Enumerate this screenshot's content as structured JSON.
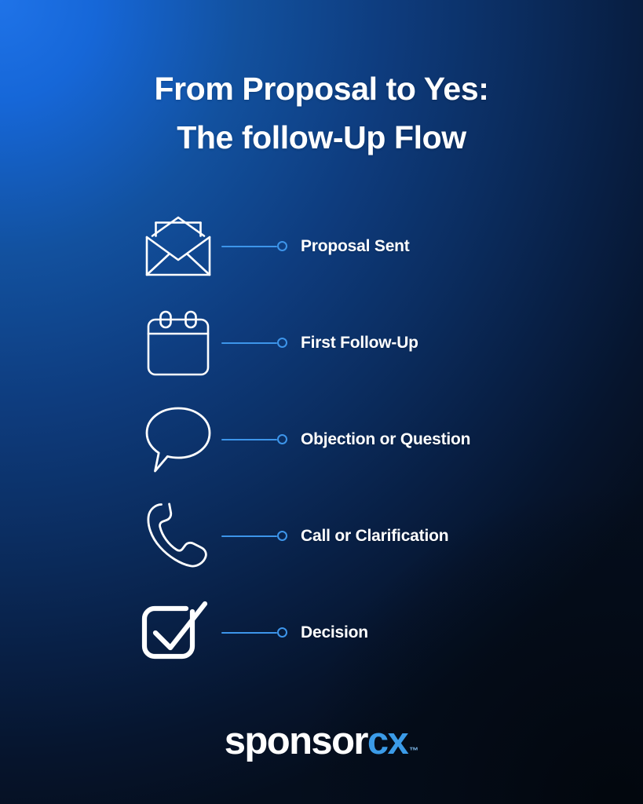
{
  "poster": {
    "title_line_1": "From Proposal to Yes:",
    "title_line_2": "The follow-Up Flow",
    "background_start_color": "#1a6ad8",
    "background_end_color": "#040c16",
    "title_color": "#ffffff",
    "accent_color": "#3d95ea"
  },
  "steps": [
    {
      "icon": "open-envelope-icon",
      "label": "Proposal Sent"
    },
    {
      "icon": "calendar-icon",
      "label": "First Follow-Up"
    },
    {
      "icon": "speech-bubble-icon",
      "label": "Objection or Question"
    },
    {
      "icon": "phone-handset-icon",
      "label": "Call or Clarification"
    },
    {
      "icon": "checkbox-check-icon",
      "label": "Decision"
    }
  ],
  "logo": {
    "part_white": "sponsor",
    "part_blue": "cx",
    "trademark": "™",
    "white_color": "#ffffff",
    "blue_color": "#3b9be8"
  }
}
